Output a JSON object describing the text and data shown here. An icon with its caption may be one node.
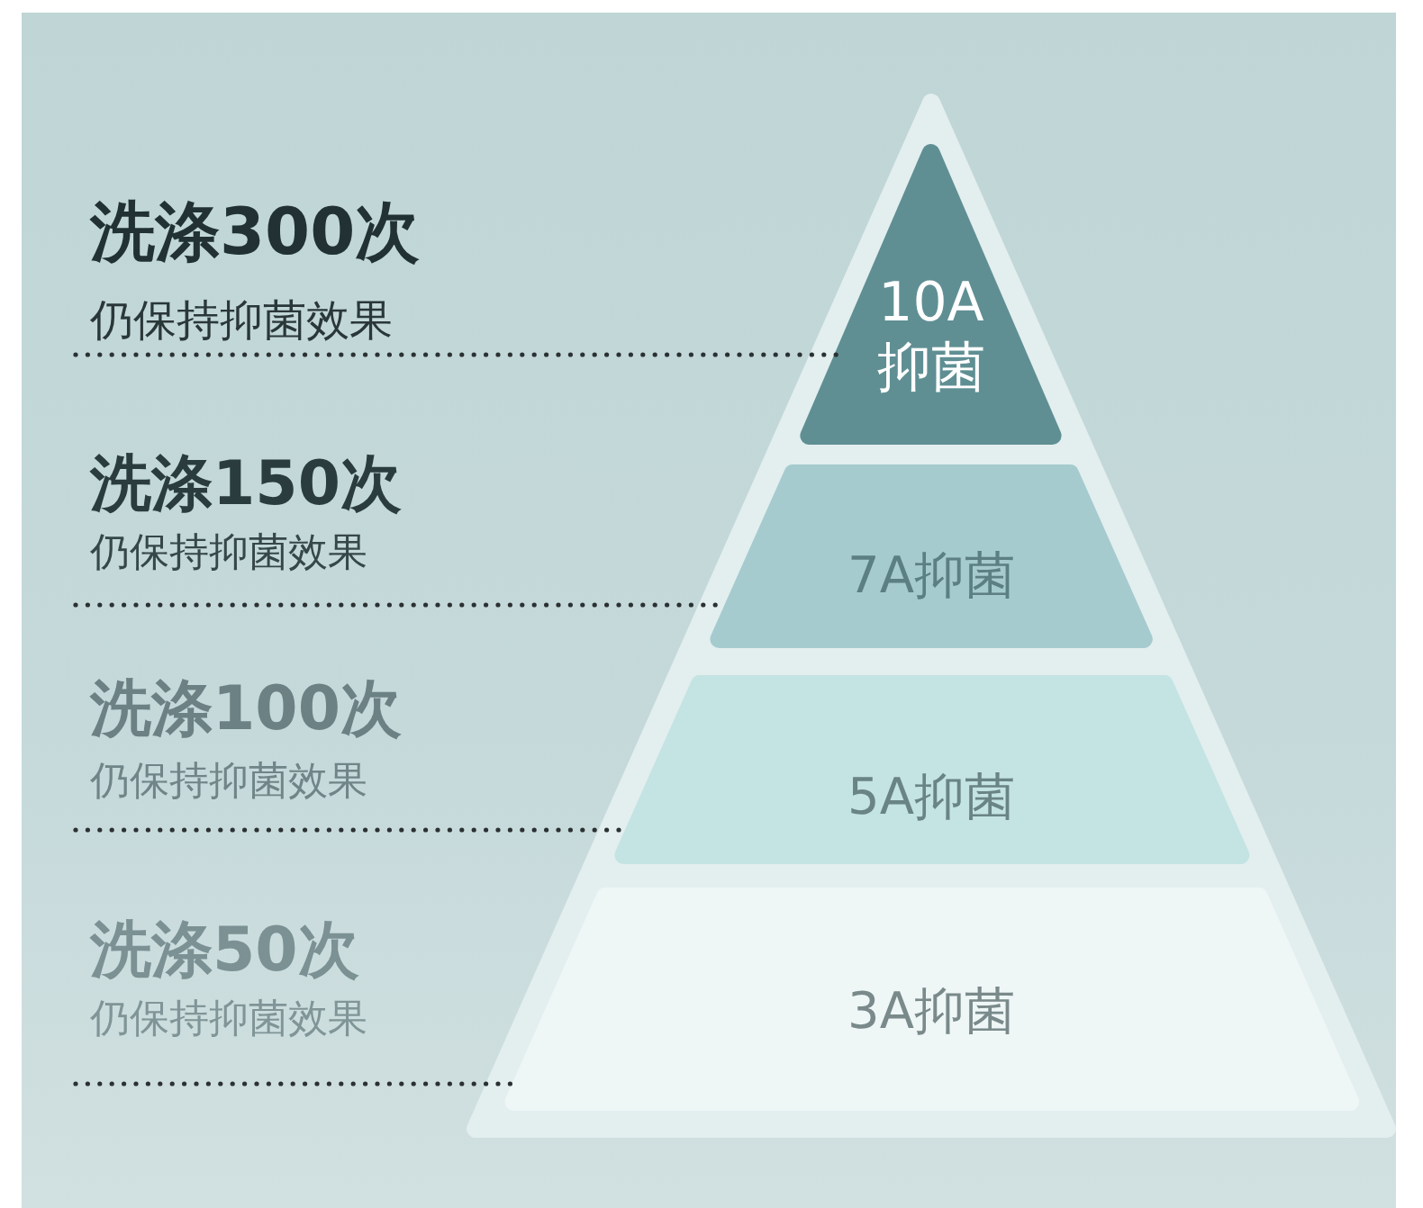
{
  "diagram": {
    "nodes": [
      {
        "text": [
          "洗涤300次",
          "仍保持抑菌效果"
        ]
      },
      {
        "text": [
          "10A抑菌"
        ]
      },
      {
        "text": [
          "洗涤150次",
          "仍保持抑菌效果"
        ]
      },
      {
        "text": [
          "7A抑菌"
        ]
      },
      {
        "text": [
          "洗涤100次",
          "仍保持抑菌效果"
        ]
      },
      {
        "text": [
          "5A抑菌"
        ]
      },
      {
        "text": [
          "洗涤50次",
          "仍保持抑菌效果"
        ]
      },
      {
        "text": [
          "3A抑菌"
        ]
      }
    ],
    "edges": [
      {
        "from": 0,
        "to": 1,
        "arrow": "none",
        "style": "dashed"
      },
      {
        "from": 2,
        "to": 3,
        "arrow": "none",
        "style": "dashed"
      },
      {
        "from": 4,
        "to": 5,
        "arrow": "none",
        "style": "dashed"
      },
      {
        "from": 6,
        "to": 7,
        "arrow": "none",
        "style": "dashed"
      }
    ]
  }
}
